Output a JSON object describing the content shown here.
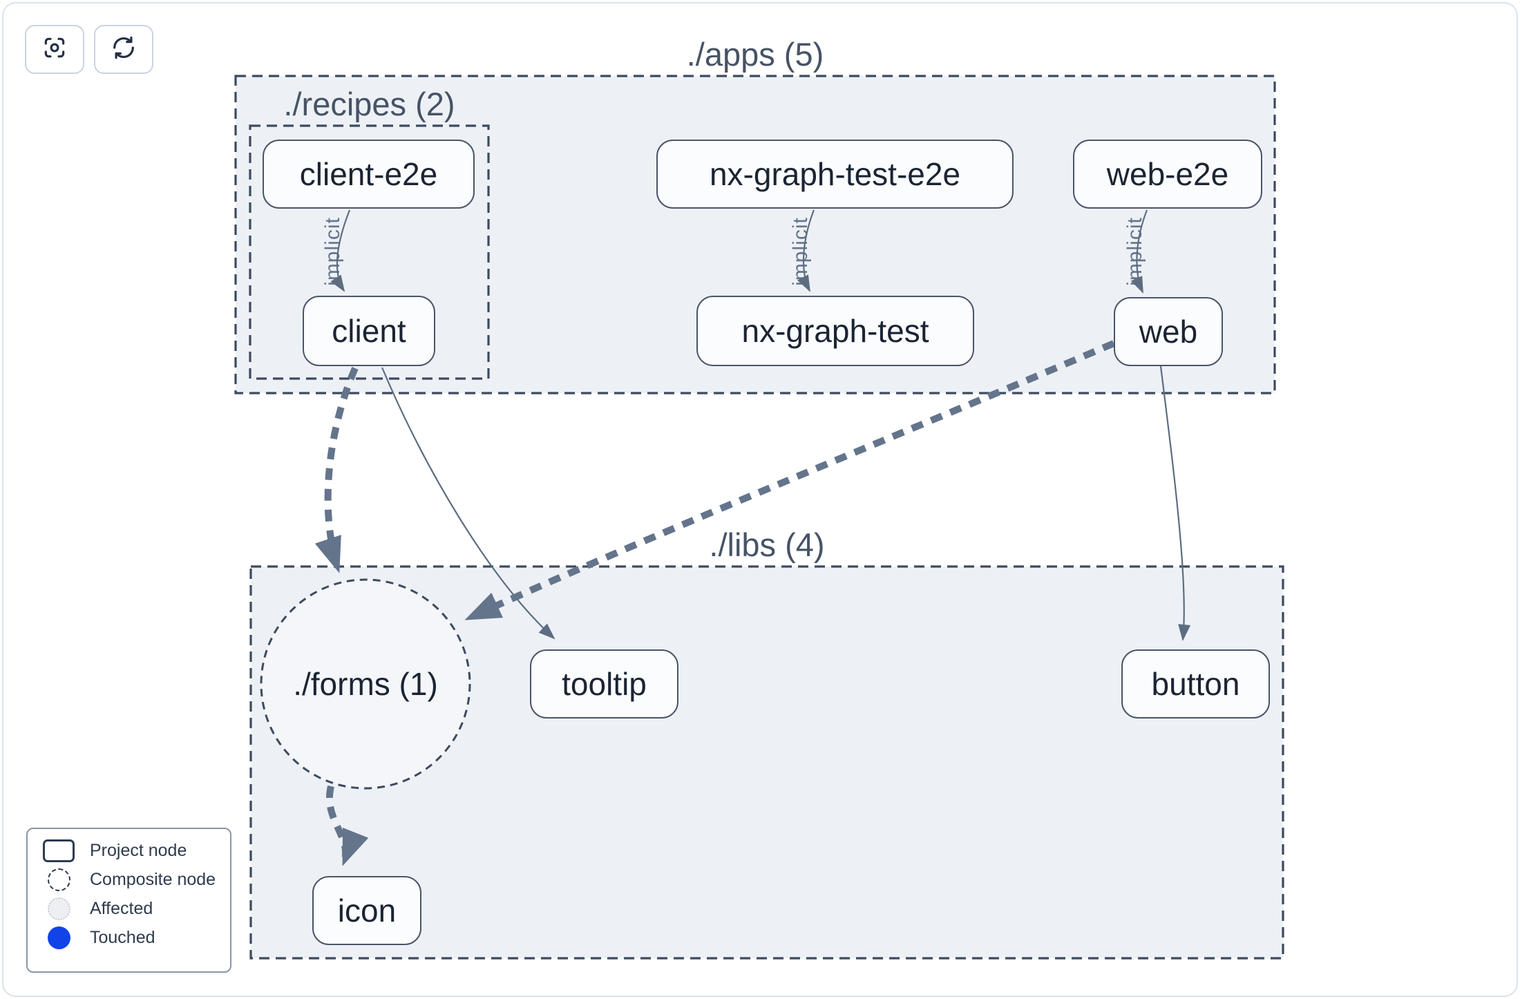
{
  "toolbar": {
    "buttons": [
      {
        "id": "focus",
        "icon": "scan-focus-icon"
      },
      {
        "id": "refresh",
        "icon": "refresh-icon"
      }
    ]
  },
  "graph": {
    "groups": [
      {
        "id": "apps",
        "label": "./apps (5)"
      },
      {
        "id": "recipes",
        "label": "./recipes (2)"
      },
      {
        "id": "libs",
        "label": "./libs (4)"
      }
    ],
    "composite": {
      "id": "forms",
      "label": "./forms (1)"
    },
    "nodes": [
      {
        "id": "client-e2e",
        "label": "client-e2e"
      },
      {
        "id": "nx-graph-test-e2e",
        "label": "nx-graph-test-e2e"
      },
      {
        "id": "web-e2e",
        "label": "web-e2e"
      },
      {
        "id": "client",
        "label": "client"
      },
      {
        "id": "nx-graph-test",
        "label": "nx-graph-test"
      },
      {
        "id": "web",
        "label": "web"
      },
      {
        "id": "tooltip",
        "label": "tooltip"
      },
      {
        "id": "button",
        "label": "button"
      },
      {
        "id": "icon",
        "label": "icon"
      }
    ],
    "edges": [
      {
        "from": "client-e2e",
        "to": "client",
        "type": "implicit",
        "label": "implicit"
      },
      {
        "from": "nx-graph-test-e2e",
        "to": "nx-graph-test",
        "type": "implicit",
        "label": "implicit"
      },
      {
        "from": "web-e2e",
        "to": "web",
        "type": "implicit",
        "label": "implicit"
      },
      {
        "from": "client",
        "to": "forms",
        "type": "collapsed-dashed",
        "label": ""
      },
      {
        "from": "client",
        "to": "tooltip",
        "type": "static",
        "label": ""
      },
      {
        "from": "web",
        "to": "forms",
        "type": "collapsed-dashed",
        "label": ""
      },
      {
        "from": "web",
        "to": "button",
        "type": "static",
        "label": ""
      },
      {
        "from": "forms",
        "to": "icon",
        "type": "collapsed-dashed",
        "label": ""
      }
    ]
  },
  "legend": {
    "items": [
      {
        "id": "project",
        "label": "Project node"
      },
      {
        "id": "composite",
        "label": "Composite node"
      },
      {
        "id": "affected",
        "label": "Affected"
      },
      {
        "id": "touched",
        "label": "Touched"
      }
    ]
  },
  "colors": {
    "touched_blue": "#1143e8",
    "affected_fill": "#edeff3",
    "group_fill": "#edf1f6",
    "composite_fill": "#f4f6fa",
    "node_fill": "#fbfcfe",
    "node_border": "#4a5568",
    "dashed_border": "#3d4a5f",
    "edge_thin": "#5d6c81",
    "edge_thick": "#64748b",
    "node_text": "#1a2433",
    "group_label_text": "#475366"
  }
}
